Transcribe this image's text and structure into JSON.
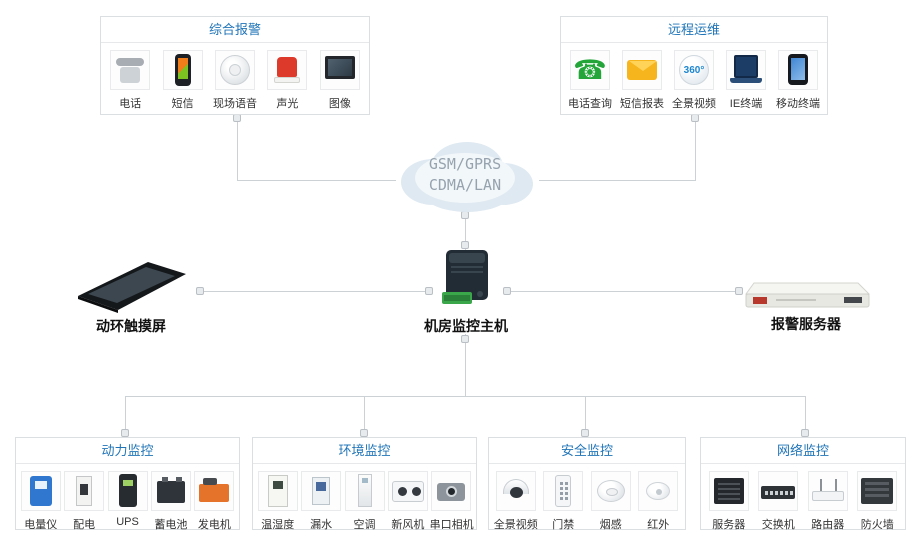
{
  "cloud": {
    "line1": "GSM/GPRS",
    "line2": "CDMA/LAN"
  },
  "devices": {
    "touchscreen": {
      "label": "动环触摸屏"
    },
    "host": {
      "label": "机房监控主机"
    },
    "alarm_server": {
      "label": "报警服务器"
    }
  },
  "top_boxes": [
    {
      "title": "综合报警",
      "items": [
        {
          "label": "电话",
          "icon": "phone"
        },
        {
          "label": "短信",
          "icon": "sms"
        },
        {
          "label": "现场语音",
          "icon": "speaker"
        },
        {
          "label": "声光",
          "icon": "soundlight"
        },
        {
          "label": "图像",
          "icon": "image"
        }
      ]
    },
    {
      "title": "远程运维",
      "items": [
        {
          "label": "电话查询",
          "icon": "phonequery"
        },
        {
          "label": "短信报表",
          "icon": "envelope"
        },
        {
          "label": "全景视频",
          "icon": "ball360",
          "badge": "360°"
        },
        {
          "label": "IE终端",
          "icon": "laptop"
        },
        {
          "label": "移动终端",
          "icon": "tablet"
        }
      ]
    }
  ],
  "bottom_boxes": [
    {
      "title": "动力监控",
      "items": [
        {
          "label": "电量仪",
          "icon": "meter"
        },
        {
          "label": "配电",
          "icon": "breaker"
        },
        {
          "label": "UPS",
          "icon": "ups"
        },
        {
          "label": "蓄电池",
          "icon": "battery"
        },
        {
          "label": "发电机",
          "icon": "generator"
        }
      ]
    },
    {
      "title": "环境监控",
      "items": [
        {
          "label": "温湿度",
          "icon": "temphum"
        },
        {
          "label": "漏水",
          "icon": "leak"
        },
        {
          "label": "空调",
          "icon": "ac"
        },
        {
          "label": "新风机",
          "icon": "fan"
        },
        {
          "label": "串口相机",
          "icon": "camera"
        }
      ]
    },
    {
      "title": "安全监控",
      "items": [
        {
          "label": "全景视频",
          "icon": "dome"
        },
        {
          "label": "门禁",
          "icon": "keypad"
        },
        {
          "label": "烟感",
          "icon": "smoke"
        },
        {
          "label": "红外",
          "icon": "ir"
        }
      ]
    },
    {
      "title": "网络监控",
      "items": [
        {
          "label": "服务器",
          "icon": "server"
        },
        {
          "label": "交换机",
          "icon": "switch"
        },
        {
          "label": "路由器",
          "icon": "router"
        },
        {
          "label": "防火墙",
          "icon": "firewall"
        }
      ]
    }
  ],
  "colors": {
    "title_blue": "#1f74b8",
    "line_gray": "#ccd1d5"
  }
}
